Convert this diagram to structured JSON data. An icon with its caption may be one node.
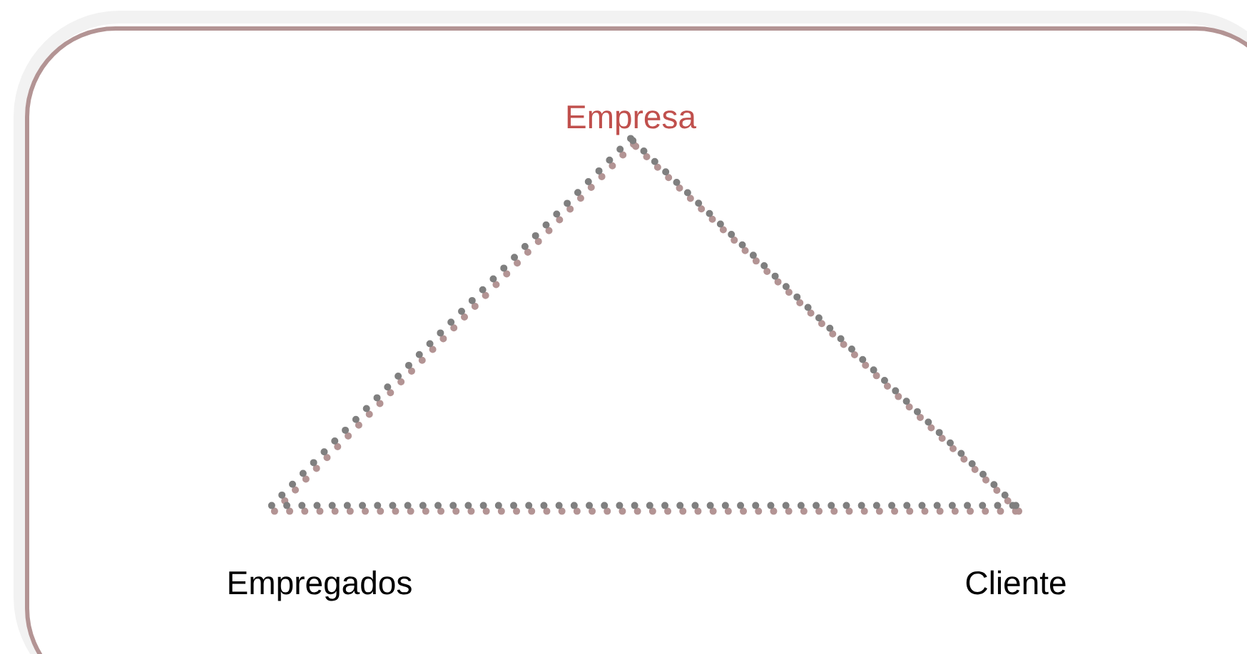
{
  "diagram": {
    "nodes": [
      {
        "text": [
          "Empresa"
        ]
      },
      {
        "text": [
          "Empregados"
        ]
      },
      {
        "text": [
          "Cliente"
        ]
      }
    ],
    "edges": [
      {
        "from": 0,
        "to": 1,
        "arrow": "none"
      },
      {
        "from": 1,
        "to": 2,
        "arrow": "none"
      },
      {
        "from": 2,
        "to": 0,
        "arrow": "none"
      }
    ]
  }
}
